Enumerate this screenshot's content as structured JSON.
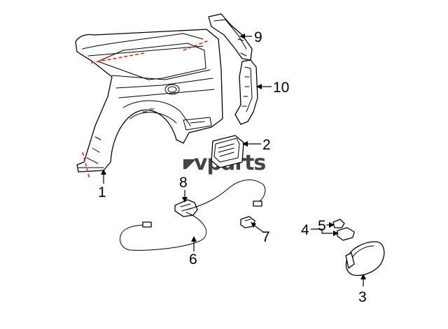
{
  "watermark": {
    "text": "vparts",
    "color": "#444444"
  },
  "cut_line_color": "#e0261b",
  "callouts": [
    {
      "id": "1",
      "label": "1",
      "part": "quarter panel"
    },
    {
      "id": "2",
      "label": "2",
      "part": "fuel door housing"
    },
    {
      "id": "3",
      "label": "3",
      "part": "fuel filler door"
    },
    {
      "id": "4",
      "label": "4",
      "part": "hinge assembly"
    },
    {
      "id": "5",
      "label": "5",
      "part": "hinge clip"
    },
    {
      "id": "6",
      "label": "6",
      "part": "release cable"
    },
    {
      "id": "7",
      "label": "7",
      "part": "lock actuator"
    },
    {
      "id": "8",
      "label": "8",
      "part": "release lever"
    },
    {
      "id": "9",
      "label": "9",
      "part": "pillar reinforcement"
    },
    {
      "id": "10",
      "label": "10",
      "part": "inner panel"
    }
  ]
}
